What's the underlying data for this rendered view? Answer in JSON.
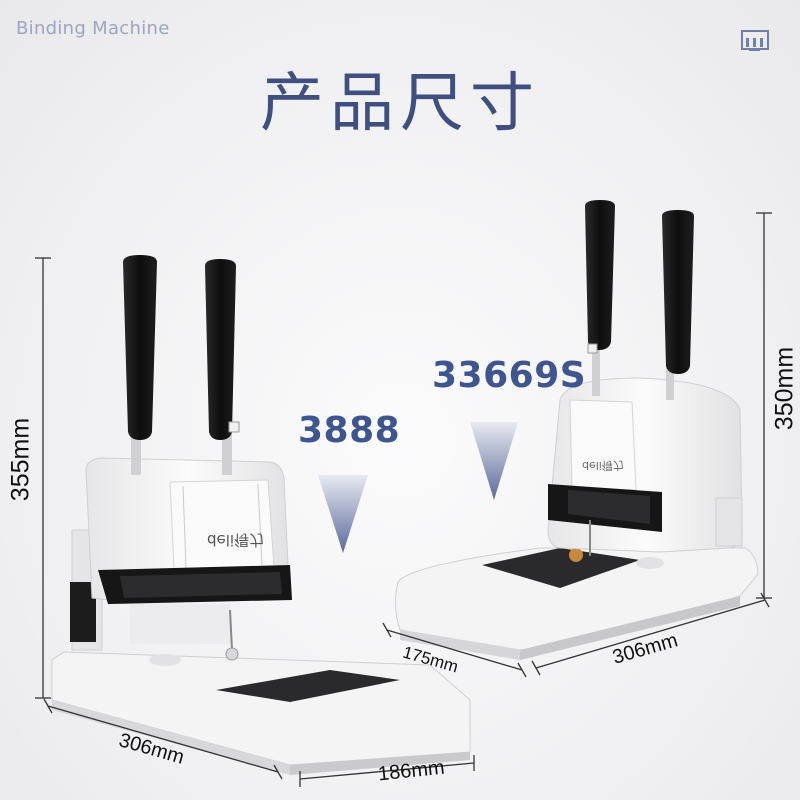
{
  "brand": {
    "label": "Binding Machine"
  },
  "header": {
    "title": "产品尺寸"
  },
  "icons": {
    "corner": "grid-frame-icon"
  },
  "products": [
    {
      "model": "3888",
      "logo_text": "deli得力",
      "dimensions": {
        "height": "355mm",
        "length": "306mm",
        "width": "186mm"
      }
    },
    {
      "model": "33669S",
      "logo_text": "deli得力",
      "dimensions": {
        "height": "350mm",
        "length": "306mm",
        "width": "175mm"
      }
    }
  ],
  "colors": {
    "accent": "#3f5590",
    "machine_body": "#f5f5f6",
    "handle": "#141414"
  }
}
